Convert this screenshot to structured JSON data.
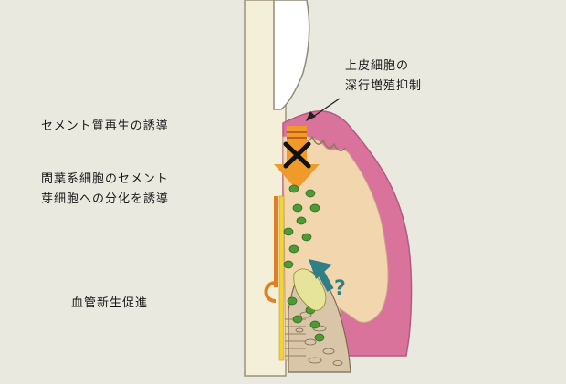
{
  "labels": {
    "epithelium_line1": "上皮細胞の",
    "epithelium_line2": "深行増殖抑制",
    "cementum": "セメント質再生の誘導",
    "mesenchymal_line1": "間葉系細胞のセメント",
    "mesenchymal_line2": "芽細胞への分化を誘導",
    "angiogenesis": "血管新生促進",
    "question_mark": "?"
  },
  "colors": {
    "background": "#e9e9e0",
    "tooth": "#f4efd9",
    "enamel": "#ffffff",
    "gingiva": "#d9739b",
    "tissue": "#f2d6ae",
    "arrow": "#f09a2a",
    "granule": "#4f9a35",
    "blocker": "#111111",
    "teal_arrow": "#2f7f86"
  },
  "icons": {
    "block": "x-mark-icon",
    "down_arrow": "down-arrow-icon",
    "up_arrow": "diagonal-arrow-icon"
  }
}
